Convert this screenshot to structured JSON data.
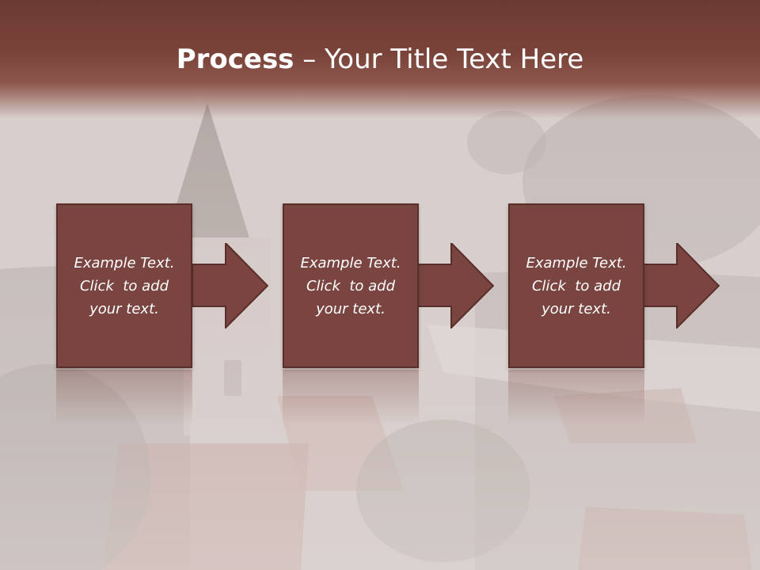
{
  "slide": {
    "title_bold": "Process",
    "title_rest": " – Your Title Text Here"
  },
  "steps": [
    {
      "line1": "Example Text.",
      "line2": "Click  to add",
      "line3": "your text."
    },
    {
      "line1": "Example Text.",
      "line2": "Click  to add",
      "line3": "your text."
    },
    {
      "line1": "Example Text.",
      "line2": "Click  to add",
      "line3": "your text."
    }
  ],
  "colors": {
    "box_fill": "#7a4540",
    "box_border": "#5a2e2a",
    "title_band": "#6b3a33",
    "text": "#ffffff"
  },
  "icons": [
    "right-arrow-icon",
    "right-arrow-icon",
    "right-arrow-icon"
  ]
}
